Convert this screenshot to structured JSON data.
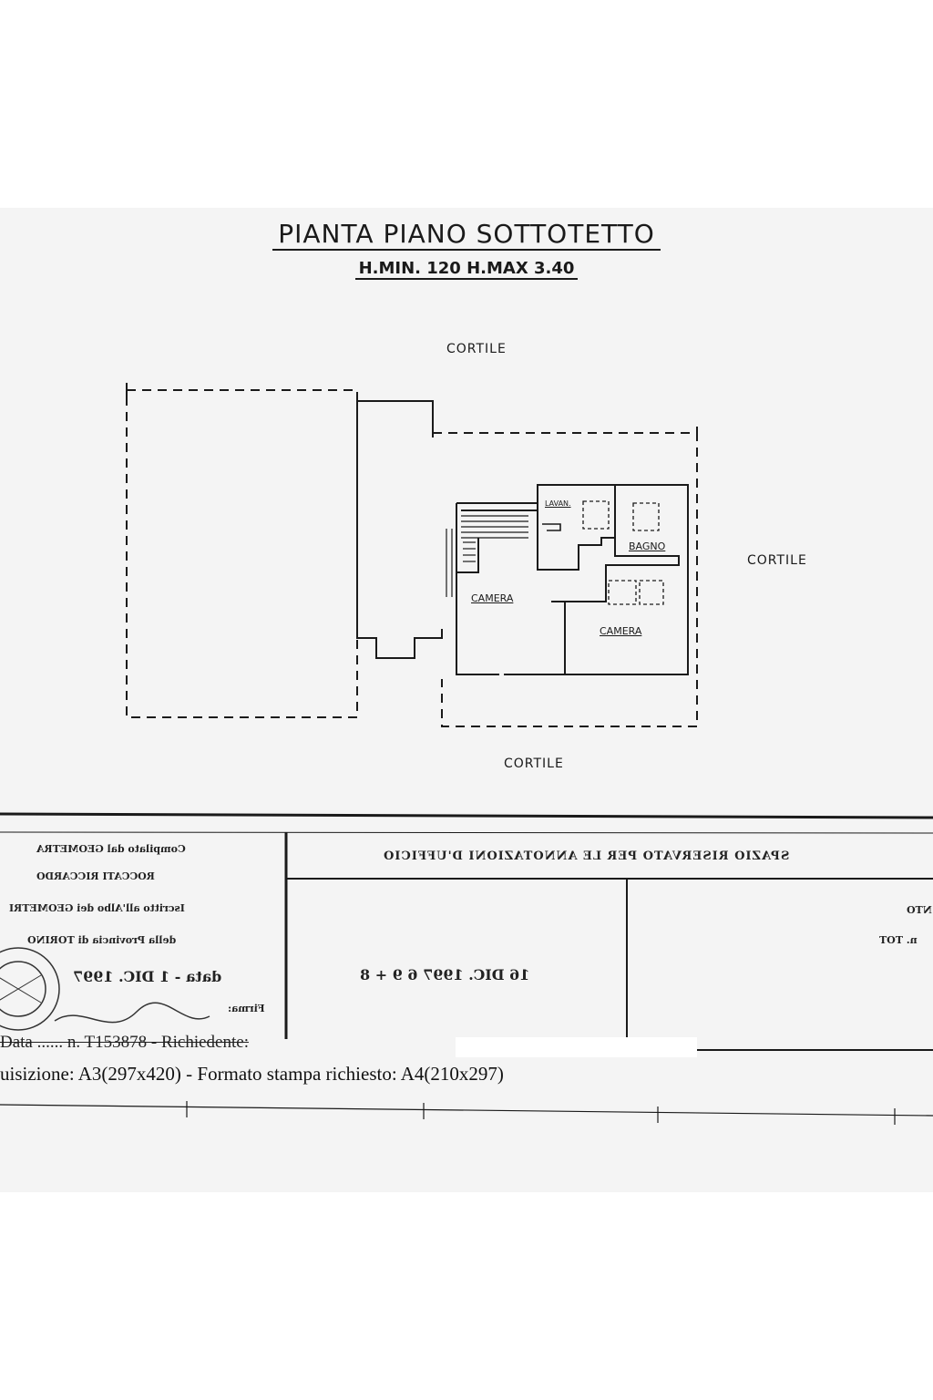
{
  "plan": {
    "title": "PIANTA PIANO SOTTOTETTO",
    "subtitle": "H.MIN. 120  H.MAX 3.40",
    "cortile_top": "CORTILE",
    "cortile_right": "CORTILE",
    "cortile_bottom": "CORTILE",
    "rooms": {
      "camera_left": "CAMERA",
      "camera_right": "CAMERA",
      "bagno": "BAGNO",
      "lavanderia": "LAVAN."
    }
  },
  "stamp": {
    "line1": "Compilato dal GEOMETRA",
    "line2": "ROCCATI RICCARDO",
    "line3": "Iscritto all'Albo dei GEOMETRI",
    "line4": "della Provincia di TORINO",
    "line5": "data - 1 DIC. 1997",
    "line6": "Firma:"
  },
  "office_box": {
    "header": "SPAZIO RISERVATO PER LE ANNOTAZIONI D'UFFICIO",
    "entry": "16 DIC. 1997   6 9 + 8",
    "right_fragment_1": "NTO",
    "right_fragment_2": "n. TOT"
  },
  "footer": {
    "data_line": "Data ...... n. T153878 - Richiedente:",
    "format_line": "uisizione: A3(297x420)  - Formato stampa richiesto: A4(210x297)"
  }
}
